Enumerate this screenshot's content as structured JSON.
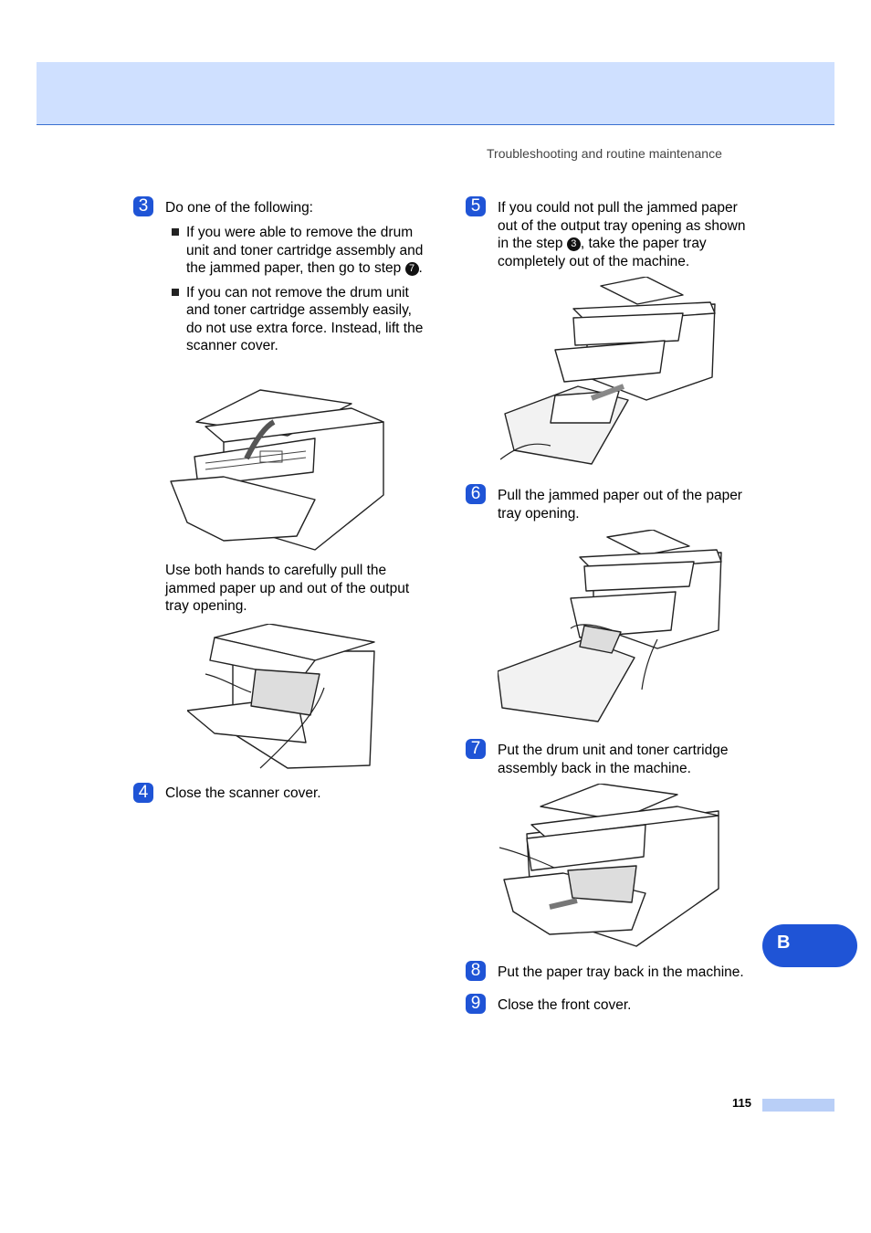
{
  "header": {
    "running_head": "Troubleshooting and routine maintenance"
  },
  "steps": {
    "s3": {
      "num": "3",
      "text": "Do one of the following:",
      "bullets": [
        {
          "text_before": "If you were able to remove the drum unit and toner cartridge assembly and the jammed paper, then go to step ",
          "ref": "7",
          "text_after": "."
        },
        {
          "text_before": "If you can not remove the drum unit and toner cartridge assembly easily, do not use extra force. Instead, lift the scanner cover.",
          "ref": "",
          "text_after": ""
        }
      ],
      "para": "Use both hands to carefully pull the jammed paper up and out of the output tray opening."
    },
    "s4": {
      "num": "4",
      "text": "Close the scanner cover."
    },
    "s5": {
      "num": "5",
      "text_before": "If you could not pull the jammed paper out of the output tray opening as shown in the step ",
      "ref": "3",
      "text_after": ", take the paper tray completely out of the machine."
    },
    "s6": {
      "num": "6",
      "text": "Pull the jammed paper out of the paper tray opening."
    },
    "s7": {
      "num": "7",
      "text": "Put the drum unit and toner cartridge assembly back in the machine."
    },
    "s8": {
      "num": "8",
      "text": "Put the paper tray back in the machine."
    },
    "s9": {
      "num": "9",
      "text": "Close the front cover."
    }
  },
  "side_tab": {
    "label": "B"
  },
  "footer": {
    "page_number": "115"
  }
}
